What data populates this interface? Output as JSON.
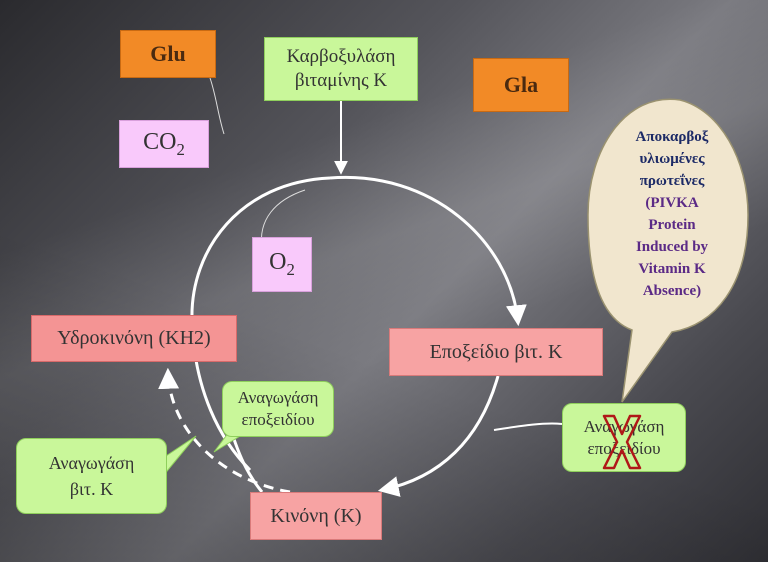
{
  "labels": {
    "glu": "Glu",
    "gla": "Gla",
    "carboxylase": [
      "Καρβοξυλάση",
      "βιταμίνης Κ"
    ],
    "co2_main": "CO",
    "co2_sub": "2",
    "o2_main": "O",
    "o2_sub": "2",
    "hydroquinone": "Υδροκινόνη (ΚΗ2)",
    "epoxide": "Εποξείδιο βιτ. Κ",
    "quinone": "Κινόνη (Κ)",
    "epoxide_reduction_inner": [
      "Αναγωγάση",
      "εποξειδίου"
    ],
    "epoxide_reduction_right": [
      "Αναγωγάση",
      "εποξειδίου"
    ],
    "vitk_reduction": [
      "Αναγωγάση",
      "βιτ. Κ"
    ]
  },
  "balloon": {
    "greek_lines": [
      "Αποκαρβοξ",
      "υλιωμένες",
      "πρωτεΐνες"
    ],
    "english_lines": [
      "(PIVKA",
      "Protein",
      "Induced by",
      "Vitamin K",
      "Absence)"
    ]
  },
  "colors": {
    "orange": "#f28a26",
    "pink": "#f9c9fb",
    "green": "#c9f79a",
    "salmon": "#f49494",
    "balloon": "#f1e6ce",
    "cross": "#b01818",
    "balloon_greek_text": "#1c2a66",
    "balloon_english_text": "#5b2a86"
  },
  "icons": [
    "inhibition-cross-icon"
  ]
}
